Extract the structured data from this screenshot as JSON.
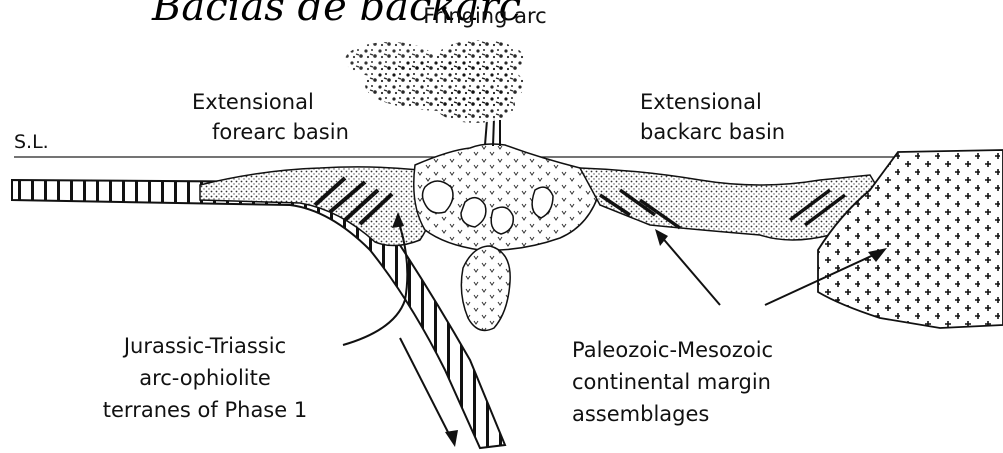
{
  "title": "Bacias de backarc",
  "labels": {
    "fringing_arc": "Fringing arc",
    "sea_level": "S.L.",
    "forearc": [
      "Extensional",
      "forearc basin"
    ],
    "backarc": [
      "Extensional",
      "backarc basin"
    ],
    "terranes": [
      "Jurassic-Triassic",
      "arc-ophiolite",
      "terranes of Phase 1"
    ],
    "margin": [
      "Paleozoic-Mesozoic",
      "continental margin",
      "assemblages"
    ]
  }
}
